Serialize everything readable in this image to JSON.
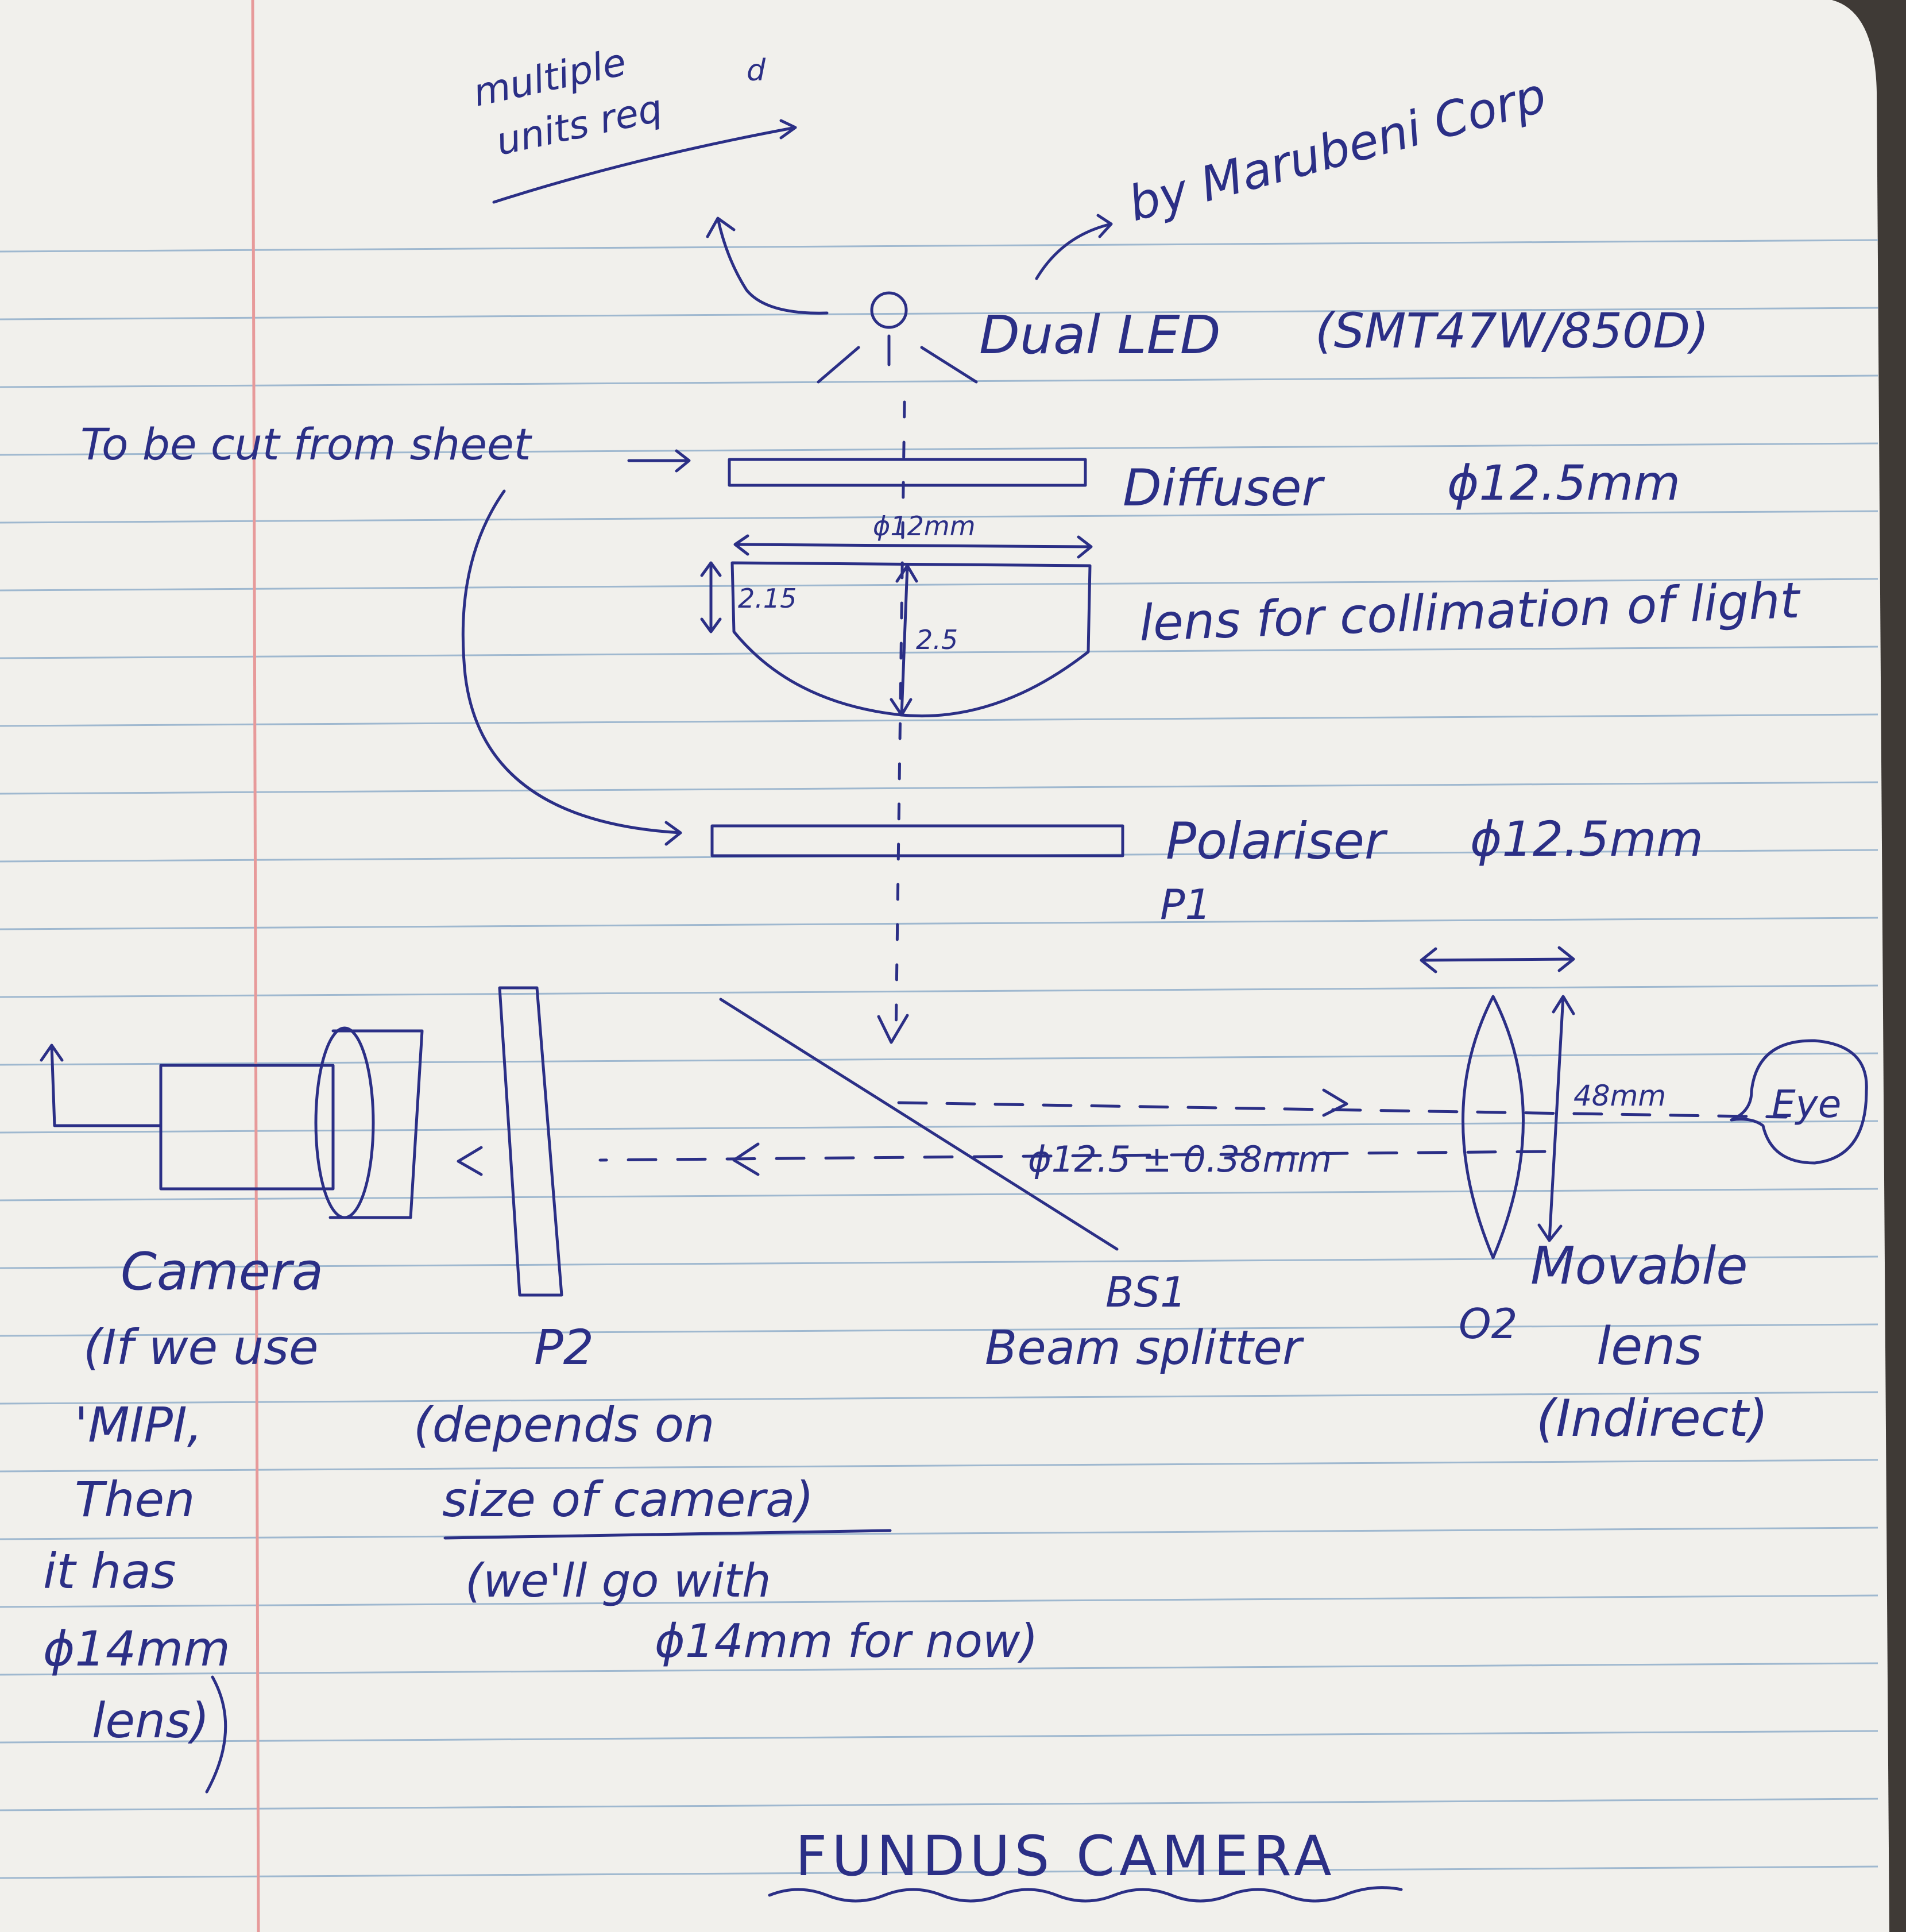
{
  "title": "FUNDUS CAMERA",
  "colors": {
    "ink": "#2b2f86",
    "paper": "#f1f0ec",
    "rule_line": "#9fb8cf",
    "margin_line": "#e79a9a",
    "background": "#3f3a36"
  },
  "notes": {
    "multiple_line1": "multiple",
    "multiple_line2": "units req",
    "multiple_sup": "d",
    "maker": "by Marubeni Corp",
    "cut_from_sheet": "To be cut from sheet"
  },
  "components": {
    "led": {
      "label": "Dual LED",
      "part": "(SMT47W/850D)"
    },
    "diffuser": {
      "label": "Diffuser",
      "size": "ϕ12.5mm"
    },
    "collimation_lens": {
      "label": "lens for collimation of light",
      "diameter": "ϕ12mm",
      "edge_thickness": "2.15",
      "center_thickness": "2.5"
    },
    "polariser_p1": {
      "label": "Polariser",
      "size": "ϕ12.5mm",
      "tag": "P1"
    },
    "beam_splitter": {
      "tag": "BS1",
      "label": "Beam splitter",
      "dimension": "ϕ12.5 ± 0.38mm"
    },
    "lens_o2": {
      "tag": "O2",
      "label_line1": "Movable",
      "label_line2": "lens",
      "label_line3": "(Indirect)",
      "distance": "48mm"
    },
    "eye": {
      "label": "Eye"
    },
    "polariser_p2": {
      "tag": "P2",
      "note_line1": "(depends on",
      "note_line2": "size of camera)",
      "note_line3": "(we'll go with",
      "note_line4": "ϕ14mm for now)"
    },
    "camera": {
      "label": "Camera",
      "note_line1": "(If we use",
      "note_line2": "'MIPI,",
      "note_line3": "Then",
      "note_line4": "it has",
      "note_line5": "ϕ14mm",
      "note_line6": "lens)"
    }
  }
}
